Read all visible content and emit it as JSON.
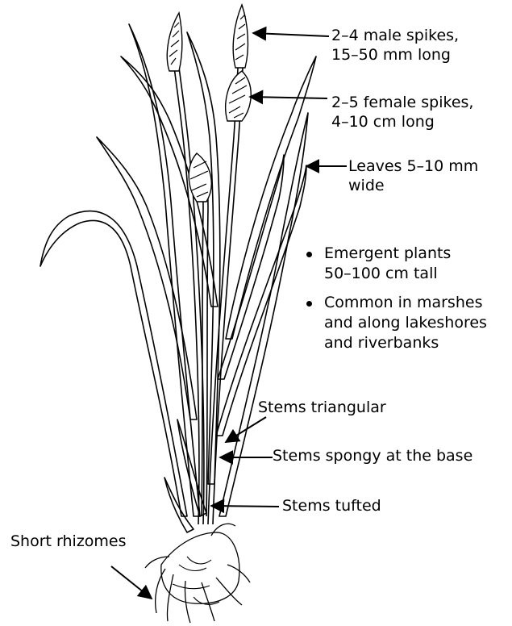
{
  "labels": {
    "male_spikes": [
      "2–4 male spikes,",
      "15–50 mm long"
    ],
    "female_spikes": [
      "2–5 female spikes,",
      "4–10 cm long"
    ],
    "leaves": [
      "Leaves 5–10 mm",
      "wide"
    ],
    "stems_triangular": "Stems triangular",
    "stems_spongy": "Stems spongy at the base",
    "stems_tufted": "Stems tufted",
    "short_rhizomes": "Short rhizomes"
  },
  "bullets": [
    [
      "Emergent plants",
      "50–100 cm tall"
    ],
    [
      "Common in marshes",
      "and along lakeshores",
      "and riverbanks"
    ]
  ]
}
